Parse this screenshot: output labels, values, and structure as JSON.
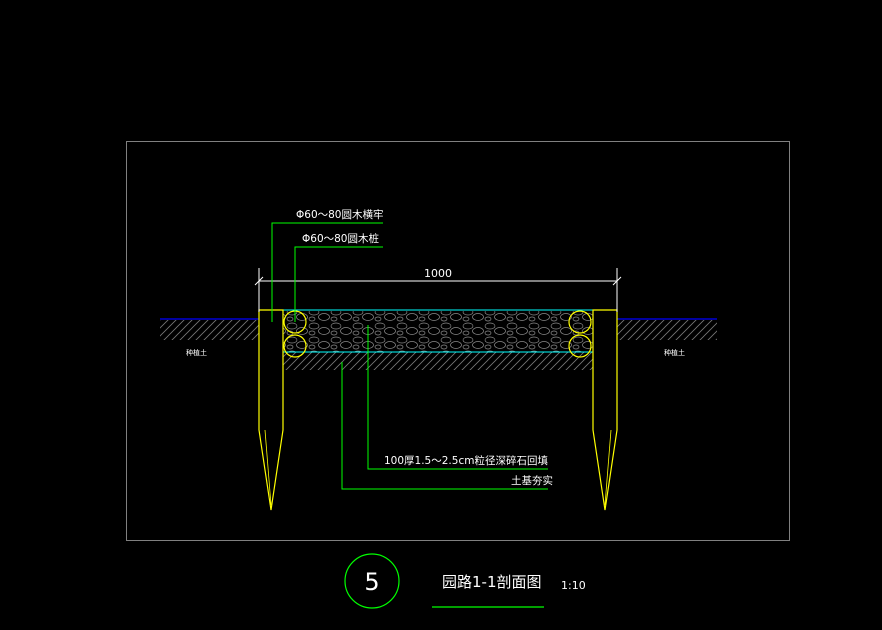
{
  "drawing": {
    "dimension": "1000",
    "labels": {
      "rail": "Φ60～80圆木横牢",
      "stake": "Φ60～80圆木桩",
      "soil_left": "种植土",
      "soil_right": "种植土",
      "gravel": "100厚1.5～2.5cm粒径深碎石回填",
      "compact": "土基夯实"
    }
  },
  "title_block": {
    "number": "5",
    "title": "园路1-1剖面图",
    "scale": "1:10"
  },
  "colors": {
    "background": "#000000",
    "frame": "#808080",
    "line": "#ffffff",
    "leader": "#00ff00",
    "timber": "#ffff00",
    "gravel": "#00ffff",
    "ground": "#0000ff",
    "hatch": "#808080"
  }
}
